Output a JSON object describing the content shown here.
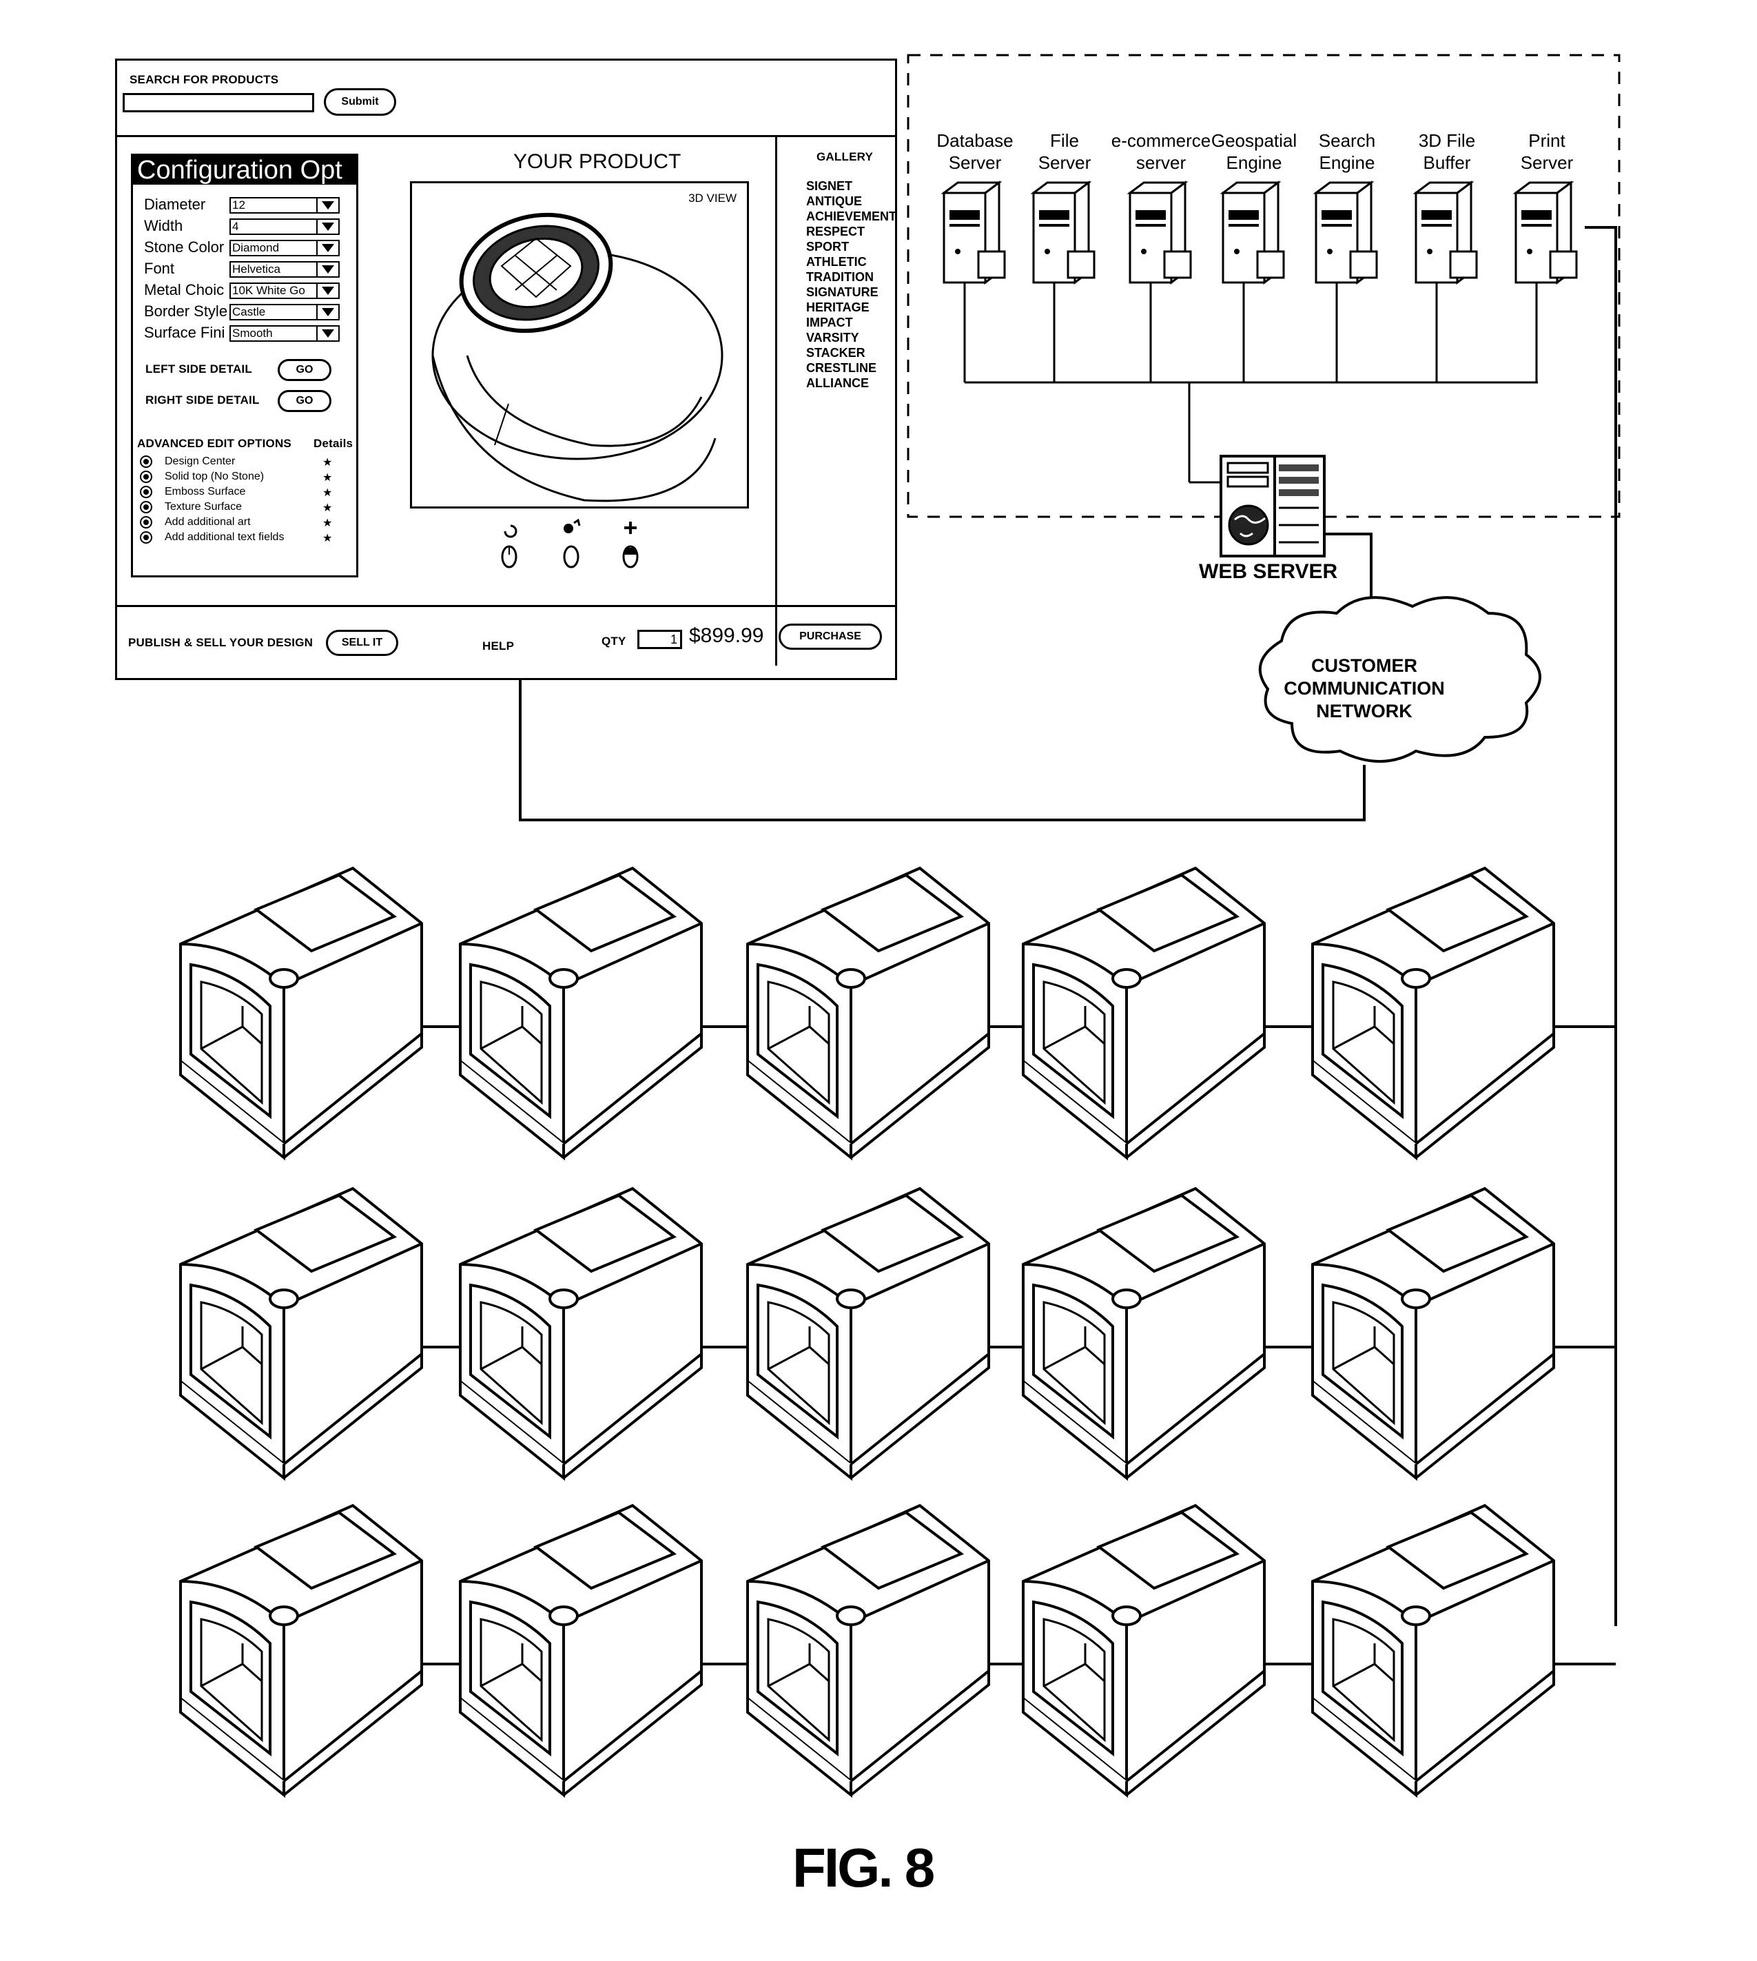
{
  "ui": {
    "search_label": "SEARCH FOR PRODUCTS",
    "submit_label": "Submit",
    "config_title": "Configuration Opt",
    "config_rows": [
      {
        "label": "Diameter",
        "value": "12"
      },
      {
        "label": "Width",
        "value": "4"
      },
      {
        "label": "Stone Color",
        "value": "Diamond"
      },
      {
        "label": "Font",
        "value": "Helvetica"
      },
      {
        "label": "Metal Choic",
        "value": "10K White Go"
      },
      {
        "label": "Border Style",
        "value": "Castle"
      },
      {
        "label": "Surface Fini",
        "value": "Smooth"
      }
    ],
    "left_side_detail": "LEFT SIDE DETAIL",
    "right_side_detail": "RIGHT SIDE DETAIL",
    "go_label": "GO",
    "advanced_title": "ADVANCED EDIT OPTIONS",
    "details_label": "Details",
    "advanced_options": [
      "Design Center",
      "Solid top (No Stone)",
      "Emboss Surface",
      "Texture Surface",
      "Add additional art",
      "Add additional text fields"
    ],
    "your_product": "YOUR PRODUCT",
    "view_3d": "3D VIEW",
    "gallery_title": "GALLERY",
    "gallery_items": [
      "SIGNET",
      "ANTIQUE",
      "ACHIEVEMENT",
      "RESPECT",
      "SPORT",
      "ATHLETIC",
      "TRADITION",
      "SIGNATURE",
      "HERITAGE",
      "IMPACT",
      "VARSITY",
      "STACKER",
      "CRESTLINE",
      "ALLIANCE"
    ],
    "publish_label": "PUBLISH & SELL YOUR DESIGN",
    "sell_it": "SELL IT",
    "help": "HELP",
    "qty_label": "QTY",
    "qty_value": "1",
    "price": "$899.99",
    "purchase": "PURCHASE"
  },
  "servers": [
    {
      "label": "Database\nServer",
      "icon": "database-cylinder-icon"
    },
    {
      "label": "File\nServer",
      "icon": "file-folder-icon"
    },
    {
      "label": "e-commerce\nserver",
      "icon": "cash-icon"
    },
    {
      "label": "Geospatial\nEngine",
      "icon": "globe-icon"
    },
    {
      "label": "Search\nEngine",
      "icon": "keyboard-icon"
    },
    {
      "label": "3D File\nBuffer",
      "icon": "file-icon"
    },
    {
      "label": "Print\nServer",
      "icon": "printer-network-icon"
    }
  ],
  "web_server": "WEB SERVER",
  "network": [
    "CUSTOMER",
    "COMMUNICATION",
    "NETWORK"
  ],
  "figure_label": "FIG. 8",
  "kiosk_rows": 3,
  "kiosk_cols": 5
}
